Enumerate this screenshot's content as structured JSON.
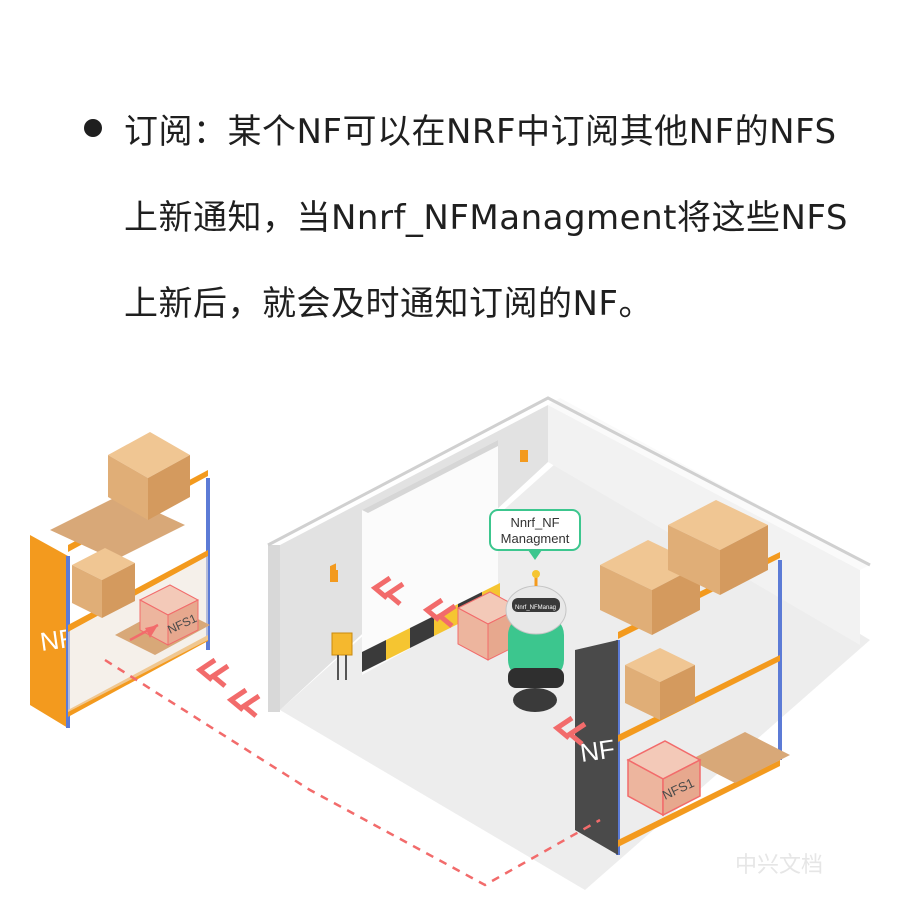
{
  "text": {
    "line1": "订阅：某个NF可以在NRF中订阅其他NF的NFS",
    "line2": "上新通知，当Nnrf_NFManagment将这些NFS",
    "line3": "上新后，就会及时通知订阅的NF。"
  },
  "illustration": {
    "robot_label_line1": "Nnrf_NF",
    "robot_label_line2": "Managment",
    "robot_badge": "Nnrf_NFManag",
    "left_rack_label": "NF",
    "right_rack_label": "NF",
    "left_box_label": "NFS1",
    "right_box_label": "NFS1"
  },
  "watermark": "中兴文档",
  "colors": {
    "orange": "#F39A1E",
    "box": "#E8BE8E",
    "box_dark": "#D59F66",
    "rack_blue": "#5C7BD6",
    "red_arrow": "#F26B6B",
    "robot_green": "#3CC68E",
    "dark_gray": "#4A4A4A"
  }
}
